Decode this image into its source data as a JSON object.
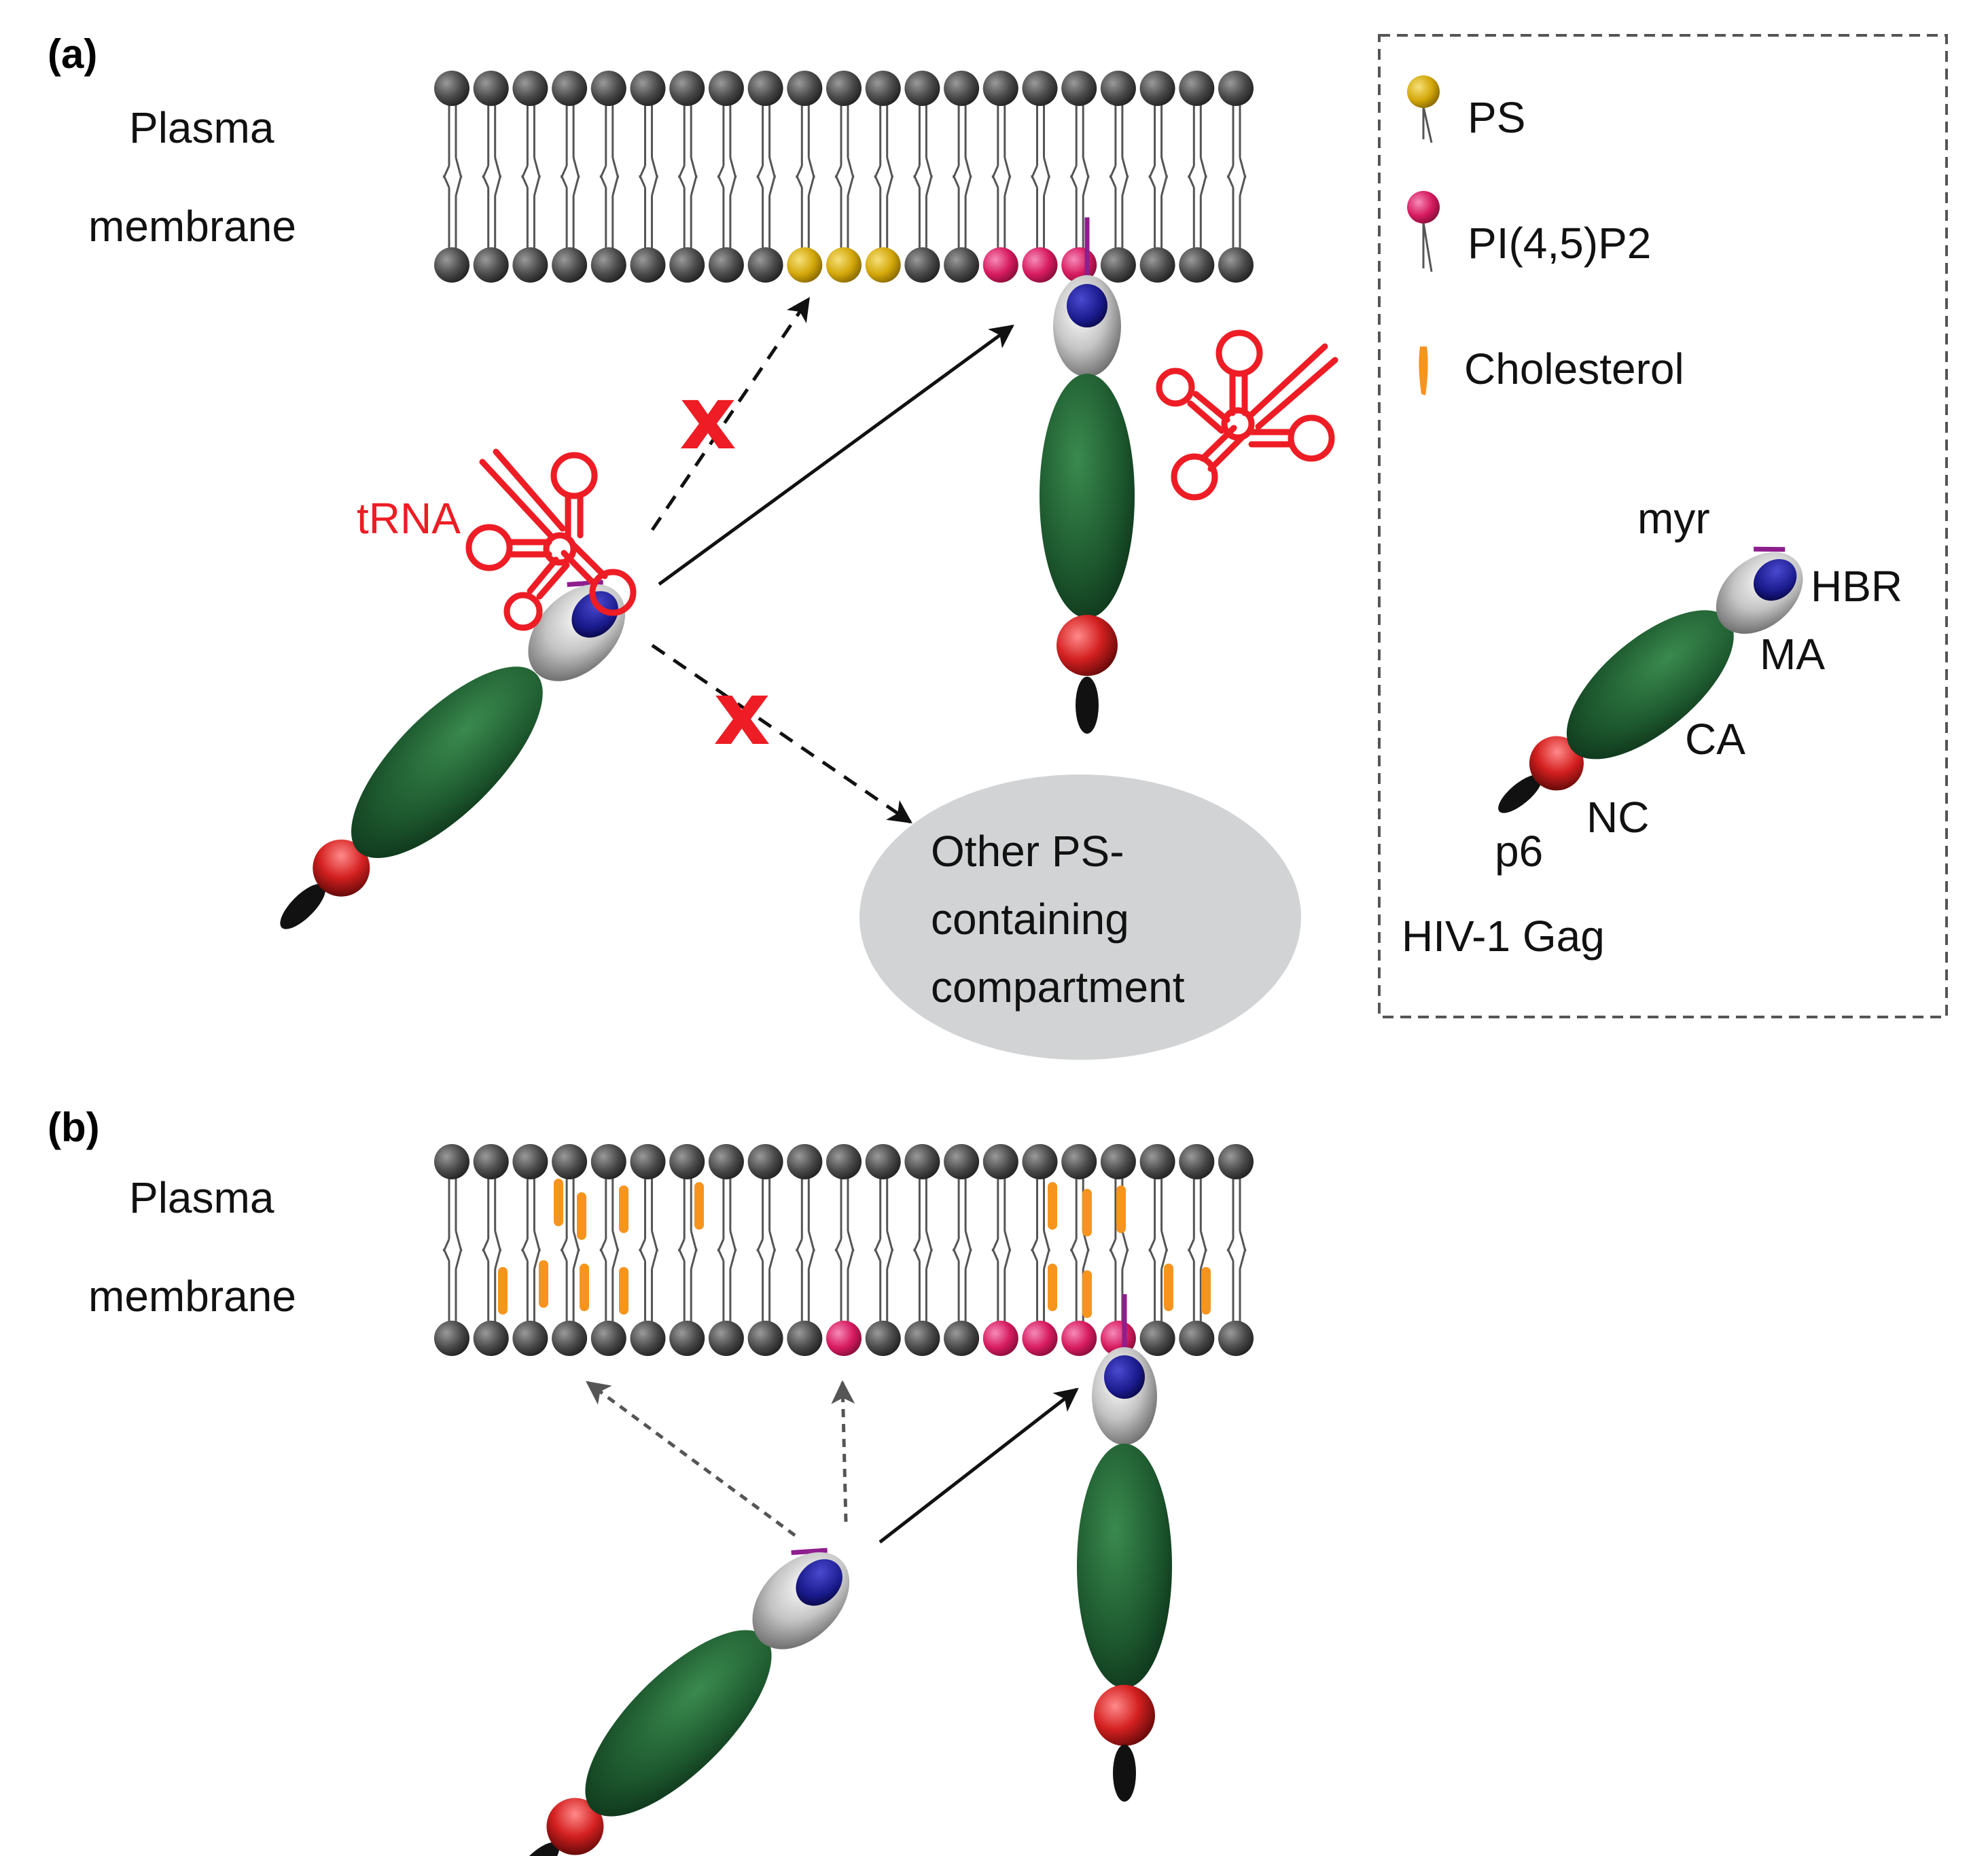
{
  "figure": {
    "panel_a": {
      "label": "(a)",
      "membrane_label_line1": "Plasma",
      "membrane_label_line2": "membrane",
      "trna_label": "tRNA",
      "blocked_marker": "x",
      "compartment_line1": "Other PS-",
      "compartment_line2": "containing",
      "compartment_line3": "compartment"
    },
    "panel_b": {
      "label": "(b)",
      "membrane_label_line1": "Plasma",
      "membrane_label_line2": "membrane"
    },
    "legend": {
      "ps": "PS",
      "pip2": "PI(4,5)P2",
      "cholesterol": "Cholesterol",
      "myr": "myr",
      "hbr": "HBR",
      "ma": "MA",
      "ca": "CA",
      "nc": "NC",
      "p6": "p6",
      "gag": "HIV-1 Gag"
    },
    "colors": {
      "lipid_head": "#4a4a4a",
      "ps_head": "#d4a80a",
      "pip2_head": "#d81b60",
      "cholesterol": "#f7941d",
      "trna": "#ee1c24",
      "ma_domain": "#b8b8b8",
      "hbr": "#1a1a8c",
      "ca_domain": "#1e5a2f",
      "nc_domain": "#cc1f1f",
      "p6_domain": "#111111",
      "myr": "#8e1e8e",
      "compartment": "#d1d3d4"
    }
  }
}
